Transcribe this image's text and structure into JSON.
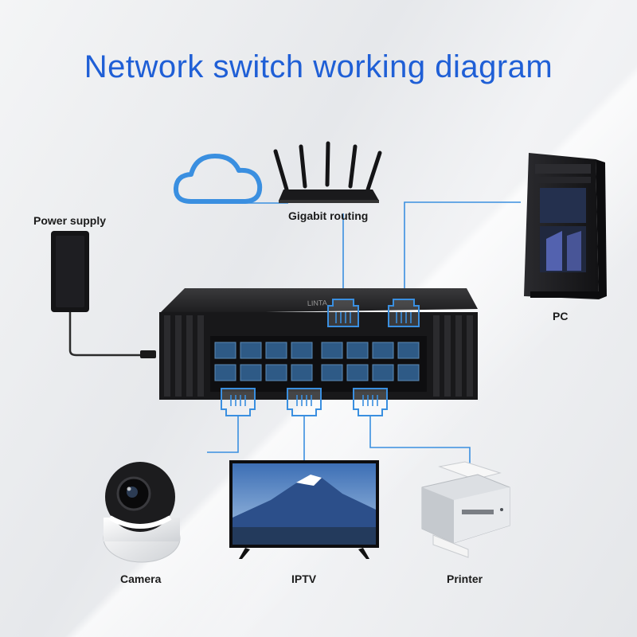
{
  "title": "Network switch working diagram",
  "labels": {
    "router": "Gigabit routing",
    "power": "Power supply",
    "pc": "PC",
    "camera": "Camera",
    "iptv": "IPTV",
    "printer": "Printer"
  },
  "switch_brand": "LINTA",
  "colors": {
    "title": "#1f5fd6",
    "link_line": "#3a8fe0",
    "cloud": "#3a8fe0"
  },
  "icons": [
    "cloud-icon",
    "router-icon",
    "pc-tower-icon",
    "power-adapter-icon",
    "network-switch-icon",
    "ethernet-port-icon",
    "camera-icon",
    "tv-icon",
    "printer-icon"
  ]
}
